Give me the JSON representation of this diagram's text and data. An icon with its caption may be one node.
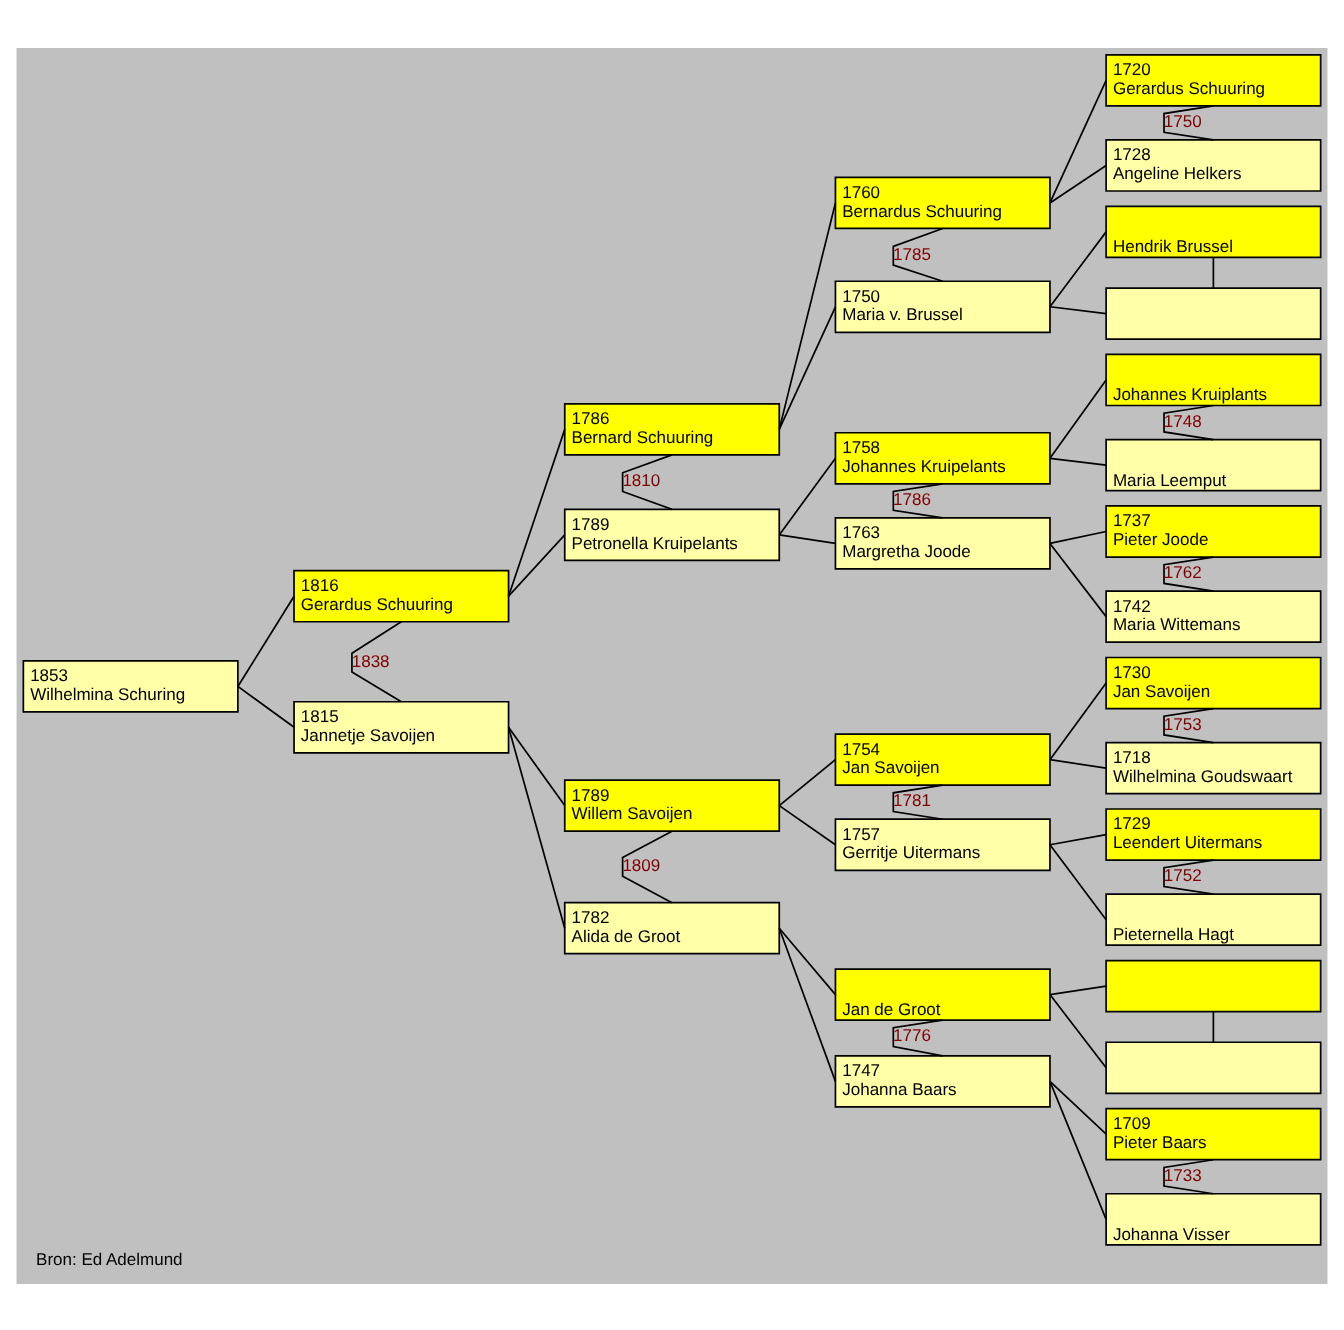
{
  "diagram": {
    "caption": "Bron: Ed Adelmund",
    "nodes": [
      {
        "text": [
          "1853",
          "Wilhelmina Schuring"
        ]
      },
      {
        "text": [
          "1816",
          "Gerardus Schuuring"
        ]
      },
      {
        "text": [
          "1815",
          "Jannetje Savoijen"
        ]
      },
      {
        "text": [
          "1786",
          "Bernard Schuuring"
        ]
      },
      {
        "text": [
          "1789",
          "Petronella Kruipelants"
        ]
      },
      {
        "text": [
          "1789",
          "Willem Savoijen"
        ]
      },
      {
        "text": [
          "1782",
          "Alida de Groot"
        ]
      },
      {
        "text": [
          "1760",
          "Bernardus Schuuring"
        ]
      },
      {
        "text": [
          "1750",
          "Maria v. Brussel"
        ]
      },
      {
        "text": [
          "1758",
          "Johannes Kruipelants"
        ]
      },
      {
        "text": [
          "1763",
          "Margretha Joode"
        ]
      },
      {
        "text": [
          "1754",
          "Jan Savoijen"
        ]
      },
      {
        "text": [
          "1757",
          "Gerritje Uitermans"
        ]
      },
      {
        "text": [
          "Jan de Groot"
        ]
      },
      {
        "text": [
          "1747",
          "Johanna Baars"
        ]
      },
      {
        "text": [
          "1720",
          "Gerardus Schuuring"
        ]
      },
      {
        "text": [
          "1728",
          "Angeline Helkers"
        ]
      },
      {
        "text": [
          "Hendrik Brussel"
        ]
      },
      {
        "text": [],
        "shape": "box"
      },
      {
        "text": [
          "Johannes Kruiplants"
        ]
      },
      {
        "text": [
          "Maria Leemput"
        ]
      },
      {
        "text": [
          "1737",
          "Pieter Joode"
        ]
      },
      {
        "text": [
          "1742",
          "Maria Wittemans"
        ]
      },
      {
        "text": [
          "1730",
          "Jan Savoijen"
        ]
      },
      {
        "text": [
          "1718",
          "Wilhelmina Goudswaart"
        ]
      },
      {
        "text": [
          "1729",
          "Leendert Uitermans"
        ]
      },
      {
        "text": [
          "Pieternella Hagt"
        ]
      },
      {
        "text": [],
        "shape": "box"
      },
      {
        "text": [],
        "shape": "box"
      },
      {
        "text": [
          "1709",
          "Pieter Baars"
        ]
      },
      {
        "text": [
          "Johanna Visser"
        ]
      }
    ],
    "edges": [
      {
        "from": 0,
        "to": 1,
        "arrow": "none"
      },
      {
        "from": 0,
        "to": 2,
        "arrow": "none"
      },
      {
        "from": 1,
        "to": 2,
        "arrow": "none",
        "label": "1838"
      },
      {
        "from": 1,
        "to": 3,
        "arrow": "none"
      },
      {
        "from": 1,
        "to": 4,
        "arrow": "none"
      },
      {
        "from": 3,
        "to": 4,
        "arrow": "none",
        "label": "1810"
      },
      {
        "from": 2,
        "to": 5,
        "arrow": "none"
      },
      {
        "from": 2,
        "to": 6,
        "arrow": "none"
      },
      {
        "from": 5,
        "to": 6,
        "arrow": "none",
        "label": "1809"
      },
      {
        "from": 3,
        "to": 7,
        "arrow": "none"
      },
      {
        "from": 3,
        "to": 8,
        "arrow": "none"
      },
      {
        "from": 7,
        "to": 8,
        "arrow": "none",
        "label": "1785"
      },
      {
        "from": 4,
        "to": 9,
        "arrow": "none"
      },
      {
        "from": 4,
        "to": 10,
        "arrow": "none"
      },
      {
        "from": 9,
        "to": 10,
        "arrow": "none",
        "label": "1786"
      },
      {
        "from": 5,
        "to": 11,
        "arrow": "none"
      },
      {
        "from": 5,
        "to": 12,
        "arrow": "none"
      },
      {
        "from": 11,
        "to": 12,
        "arrow": "none",
        "label": "1781"
      },
      {
        "from": 6,
        "to": 13,
        "arrow": "none"
      },
      {
        "from": 6,
        "to": 14,
        "arrow": "none"
      },
      {
        "from": 13,
        "to": 14,
        "arrow": "none",
        "label": "1776"
      },
      {
        "from": 7,
        "to": 15,
        "arrow": "none"
      },
      {
        "from": 7,
        "to": 16,
        "arrow": "none"
      },
      {
        "from": 15,
        "to": 16,
        "arrow": "none",
        "label": "1750"
      },
      {
        "from": 8,
        "to": 17,
        "arrow": "none"
      },
      {
        "from": 8,
        "to": 18,
        "arrow": "none"
      },
      {
        "from": 17,
        "to": 18,
        "arrow": "none"
      },
      {
        "from": 9,
        "to": 19,
        "arrow": "none"
      },
      {
        "from": 9,
        "to": 20,
        "arrow": "none"
      },
      {
        "from": 19,
        "to": 20,
        "arrow": "none",
        "label": "1748"
      },
      {
        "from": 10,
        "to": 21,
        "arrow": "none"
      },
      {
        "from": 10,
        "to": 22,
        "arrow": "none"
      },
      {
        "from": 21,
        "to": 22,
        "arrow": "none",
        "label": "1762"
      },
      {
        "from": 11,
        "to": 23,
        "arrow": "none"
      },
      {
        "from": 11,
        "to": 24,
        "arrow": "none"
      },
      {
        "from": 23,
        "to": 24,
        "arrow": "none",
        "label": "1753"
      },
      {
        "from": 12,
        "to": 25,
        "arrow": "none"
      },
      {
        "from": 12,
        "to": 26,
        "arrow": "none"
      },
      {
        "from": 25,
        "to": 26,
        "arrow": "none",
        "label": "1752"
      },
      {
        "from": 13,
        "to": 27,
        "arrow": "none"
      },
      {
        "from": 13,
        "to": 28,
        "arrow": "none"
      },
      {
        "from": 27,
        "to": 28,
        "arrow": "none"
      },
      {
        "from": 14,
        "to": 29,
        "arrow": "none"
      },
      {
        "from": 14,
        "to": 30,
        "arrow": "none"
      },
      {
        "from": 29,
        "to": 30,
        "arrow": "none",
        "label": "1733"
      }
    ]
  }
}
